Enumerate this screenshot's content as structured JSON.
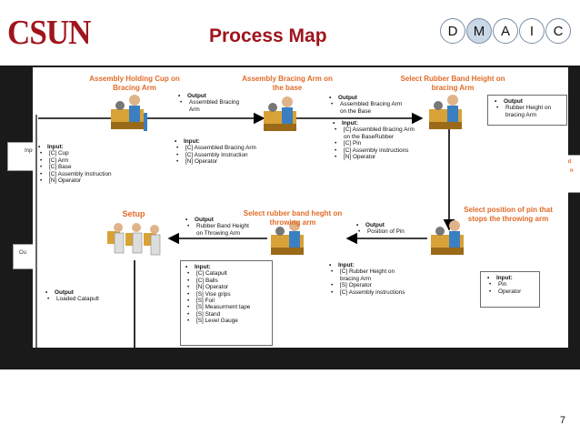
{
  "header": {
    "logo_text": "CSUN",
    "title": "Process Map",
    "dmaic": [
      "D",
      "M",
      "A",
      "I",
      "C"
    ],
    "dmaic_active": "M"
  },
  "colors": {
    "brand": "#a0141c",
    "step_title": "#e16b28",
    "dmaic_active": "#c9d7e6"
  },
  "steps": {
    "s1": "Assembly Holding Cup on Bracing Arm",
    "s2": "Assembly Bracing Arm on the base",
    "s3": "Select Rubber Band Height on bracing Arm",
    "s4": "Select position of pin that stops the throwing arm",
    "s5": "Select rubber band heght on throwing arm",
    "s6": "Setup"
  },
  "blocks": {
    "in1": {
      "head": "Input:",
      "items": [
        "[C] Cup",
        "[C] Arm",
        "[C] Base",
        "[C] Assembly Instruction",
        "[N] Operator"
      ]
    },
    "out1": {
      "head": "Output",
      "items": [
        "Assembled Bracing Arm"
      ]
    },
    "in2": {
      "head": "Input:",
      "items": [
        "[C] Assembled Bracing Arm",
        "[C] Assembly Instruction",
        "[N] Operator"
      ]
    },
    "out2": {
      "head": "Output",
      "items": [
        "Assembled Bracing Arm on the Base"
      ]
    },
    "in3": {
      "head": "Input:",
      "items": [
        "[C] Assembled Bracing Arm on the BaseRubber",
        "[C] Pin",
        "[C] Assembly instructions",
        "[N] Operator"
      ]
    },
    "out3": {
      "head": "Output",
      "items": [
        "Rubber Height on bracing Arm"
      ]
    },
    "in4": {
      "head": "Input:",
      "items": [
        "Pin",
        "Operator"
      ]
    },
    "out4": {
      "head": "Output",
      "items": [
        "Position of Pin"
      ]
    },
    "in5": {
      "head": "Input:",
      "items": [
        "[C] Rubber Height on bracing Arm",
        "[S] Operator",
        "[C] Assembly instructions"
      ]
    },
    "out5": {
      "head": "Output",
      "items": [
        "Rubber Band Height on Throwing Arm"
      ]
    },
    "in6": {
      "head": "Input:",
      "items": [
        "[C] Catapult",
        "[C] Balls",
        "[N] Operator",
        "[S] Vise grips",
        "[S] Foil",
        "[S] Measurment tape",
        "[S] Stand",
        "[S] Level Gauge"
      ]
    },
    "out6": {
      "head": "Output",
      "items": [
        "Loaded Catapult"
      ]
    }
  },
  "ghost_text": {
    "left1": "Input",
    "left2": "Ou",
    "right1": "at",
    "right2": "n"
  },
  "page_number": "7"
}
